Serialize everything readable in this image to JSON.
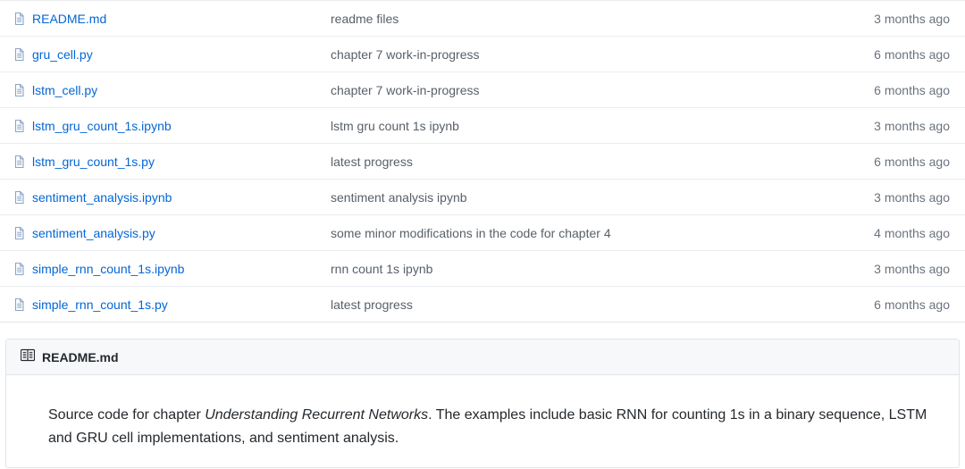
{
  "file_list": {
    "icon_name": "file-document-icon",
    "columns": [
      "name",
      "commit_message",
      "last_commit_age"
    ],
    "rows": [
      {
        "name": "README.md",
        "message": "readme files",
        "age": "3 months ago"
      },
      {
        "name": "gru_cell.py",
        "message": "chapter 7 work-in-progress",
        "age": "6 months ago"
      },
      {
        "name": "lstm_cell.py",
        "message": "chapter 7 work-in-progress",
        "age": "6 months ago"
      },
      {
        "name": "lstm_gru_count_1s.ipynb",
        "message": "lstm gru count 1s ipynb",
        "age": "3 months ago"
      },
      {
        "name": "lstm_gru_count_1s.py",
        "message": "latest progress",
        "age": "6 months ago"
      },
      {
        "name": "sentiment_analysis.ipynb",
        "message": "sentiment analysis ipynb",
        "age": "3 months ago"
      },
      {
        "name": "sentiment_analysis.py",
        "message": "some minor modifications in the code for chapter 4",
        "age": "4 months ago"
      },
      {
        "name": "simple_rnn_count_1s.ipynb",
        "message": "rnn count 1s ipynb",
        "age": "3 months ago"
      },
      {
        "name": "simple_rnn_count_1s.py",
        "message": "latest progress",
        "age": "6 months ago"
      }
    ]
  },
  "readme": {
    "icon_name": "open-book-icon",
    "title": "README.md",
    "paragraph": {
      "before_italic": "Source code for chapter ",
      "italic": "Understanding Recurrent Networks",
      "after_italic": ". The examples include basic RNN for counting 1s in a binary sequence, LSTM and GRU cell implementations, and sentiment analysis."
    }
  },
  "colors": {
    "link": "#0366d6",
    "text": "#24292e",
    "muted": "#586069",
    "border": "#e1e4e8",
    "row_border": "#eaecef",
    "panel_header_bg": "#f6f8fa"
  }
}
